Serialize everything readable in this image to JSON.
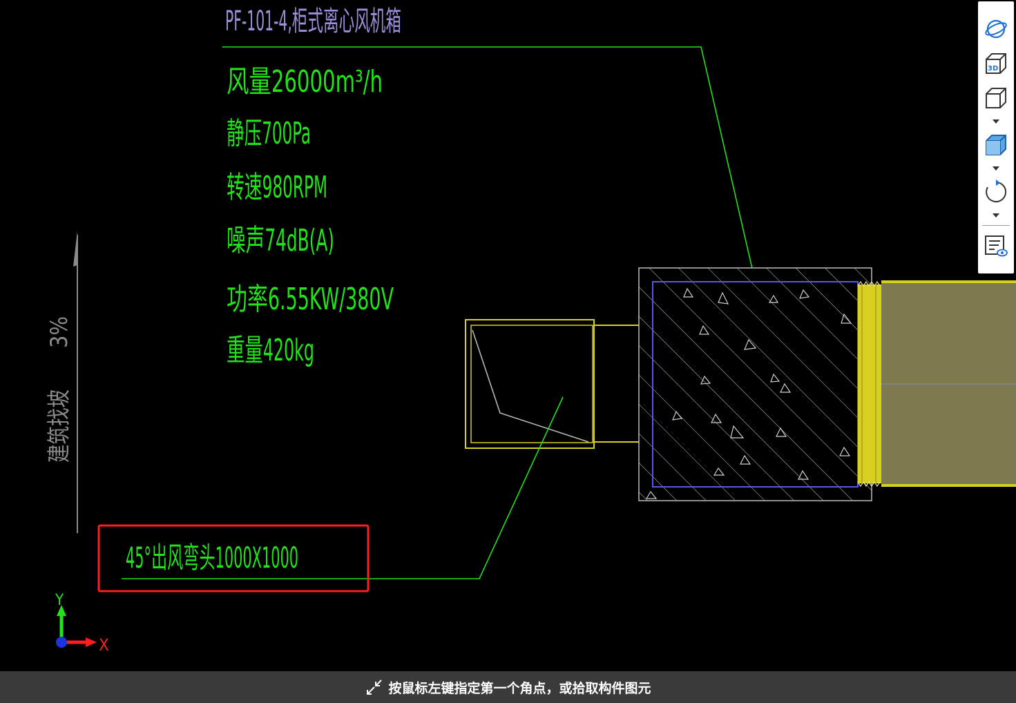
{
  "equipment": {
    "title": "PF-101-4,柜式离心风机箱",
    "specs": [
      "风量26000m³/h",
      "静压700Pa",
      "转速980RPM",
      "噪声74dB(A)",
      "功率6.55KW/380V",
      "重量420kg"
    ]
  },
  "slope_note": {
    "label": "建筑找坡",
    "value": "3%"
  },
  "callout": {
    "text": "45°出风弯头1000X1000"
  },
  "axes": {
    "x_label": "X",
    "y_label": "Y"
  },
  "status": {
    "prompt": "按鼠标左键指定第一个角点，或拾取构件图元"
  },
  "toolbar": {
    "icons": [
      "orbit-icon",
      "3d-view-icon",
      "cube-icon",
      "shaded-cube-icon",
      "rotate-icon",
      "list-view-icon"
    ]
  },
  "colors": {
    "background": "#000000",
    "annotation_green": "#22e21a",
    "title_purple": "#9c8fd8",
    "outline_yellow": "#d8d020",
    "duct_fill": "#7d7a4f",
    "highlight_red": "#ff1e1e",
    "inner_blue": "#5a56e8",
    "status_bar": "#3a3a3a"
  }
}
